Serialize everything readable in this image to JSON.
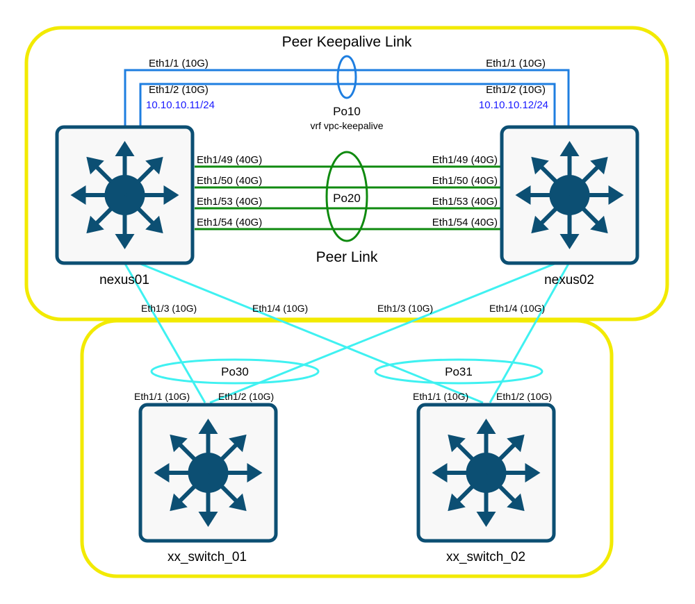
{
  "colors": {
    "zone": "#f2ea00",
    "keepalive": "#1e7ee0",
    "peer_link": "#0f8a0f",
    "downlink": "#3ff1f1",
    "switch_body": "#0c4f73",
    "ip_text": "#1a1aff"
  },
  "keepalive": {
    "title": "Peer Keepalive Link",
    "po": "Po10",
    "vrf": "vrf vpc-keepalive",
    "left_port1": "Eth1/1 (10G)",
    "left_port2": "Eth1/2 (10G)",
    "left_ip": "10.10.10.11/24",
    "right_port1": "Eth1/1 (10G)",
    "right_port2": "Eth1/2 (10G)",
    "right_ip": "10.10.10.12/24"
  },
  "peer_link": {
    "title": "Peer Link",
    "po": "Po20",
    "left_ports": [
      "Eth1/49 (40G)",
      "Eth1/50 (40G)",
      "Eth1/53 (40G)",
      "Eth1/54 (40G)"
    ],
    "right_ports": [
      "Eth1/49 (40G)",
      "Eth1/50 (40G)",
      "Eth1/53 (40G)",
      "Eth1/54 (40G)"
    ]
  },
  "switches": {
    "nexus01": "nexus01",
    "nexus02": "nexus02",
    "access1": "xx_switch_01",
    "access2": "xx_switch_02"
  },
  "downlinks": {
    "n1_eth3": "Eth1/3 (10G)",
    "n1_eth4": "Eth1/4 (10G)",
    "n2_eth3": "Eth1/3 (10G)",
    "n2_eth4": "Eth1/4 (10G)",
    "po30": "Po30",
    "po31": "Po31",
    "a1_eth1": "Eth1/1 (10G)",
    "a1_eth2": "Eth1/2 (10G)",
    "a2_eth1": "Eth1/1 (10G)",
    "a2_eth2": "Eth1/2 (10G)"
  }
}
